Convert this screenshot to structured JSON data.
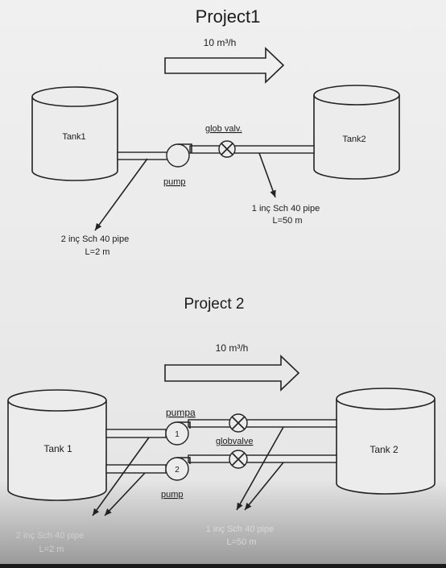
{
  "project1": {
    "title": "Project1",
    "flow": "10 m³/h",
    "tank_left": "Tank1",
    "tank_right": "Tank2",
    "valve_label": "glob valv.",
    "pump_label": "pump",
    "pipe_right": {
      "line1": "1 inç Sch 40 pipe",
      "line2": "L=50 m"
    },
    "pipe_left": {
      "line1": "2 inç Sch 40 pipe",
      "line2": "L=2 m"
    }
  },
  "project2": {
    "title": "Project 2",
    "flow": "10 m³/h",
    "tank_left": "Tank 1",
    "tank_right": "Tank 2",
    "pump_top_label": "pumpa",
    "pump_top_number": "1",
    "pump_bottom_number": "2",
    "pump_bottom_label": "pump",
    "valve_label": "globvalve",
    "pipe_right": {
      "line1": "1 inç Sch 40 pipe",
      "line2": "L=50 m"
    },
    "pipe_left": {
      "line1": "2 inç Sch 40 pipe",
      "line2": "L=2 m"
    }
  }
}
